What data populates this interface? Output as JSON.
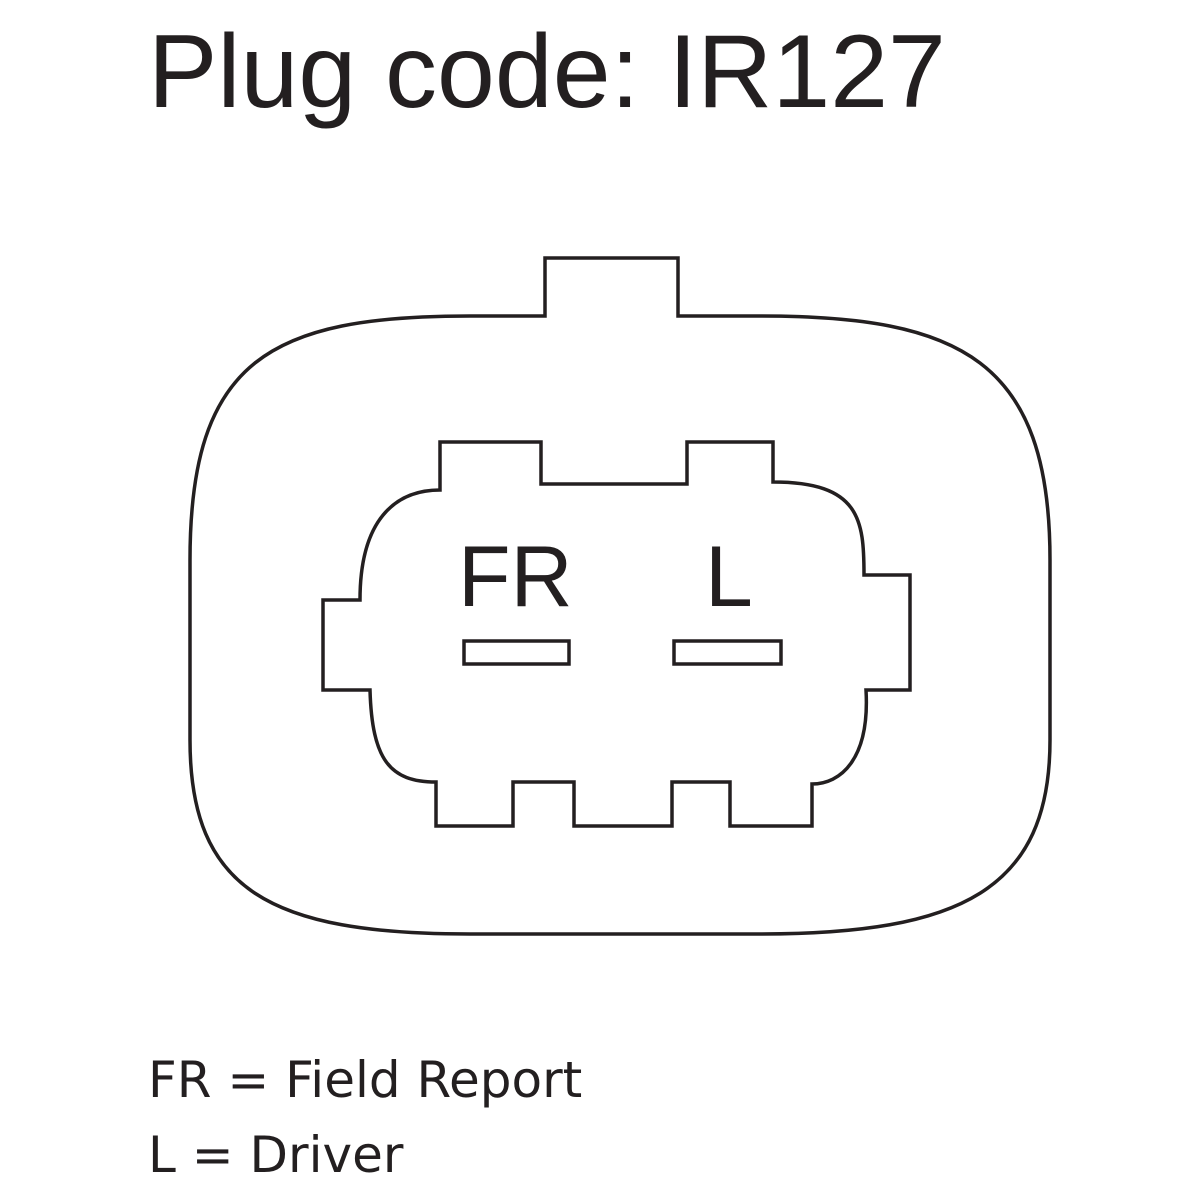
{
  "title": "Plug code: IR127",
  "pins": [
    {
      "id": "FR",
      "label": "FR"
    },
    {
      "id": "L",
      "label": "L"
    }
  ],
  "legend": [
    {
      "text": "FR = Field Report"
    },
    {
      "text": "L = Driver"
    }
  ],
  "colors": {
    "line": "#231f20",
    "background": "#ffffff"
  }
}
